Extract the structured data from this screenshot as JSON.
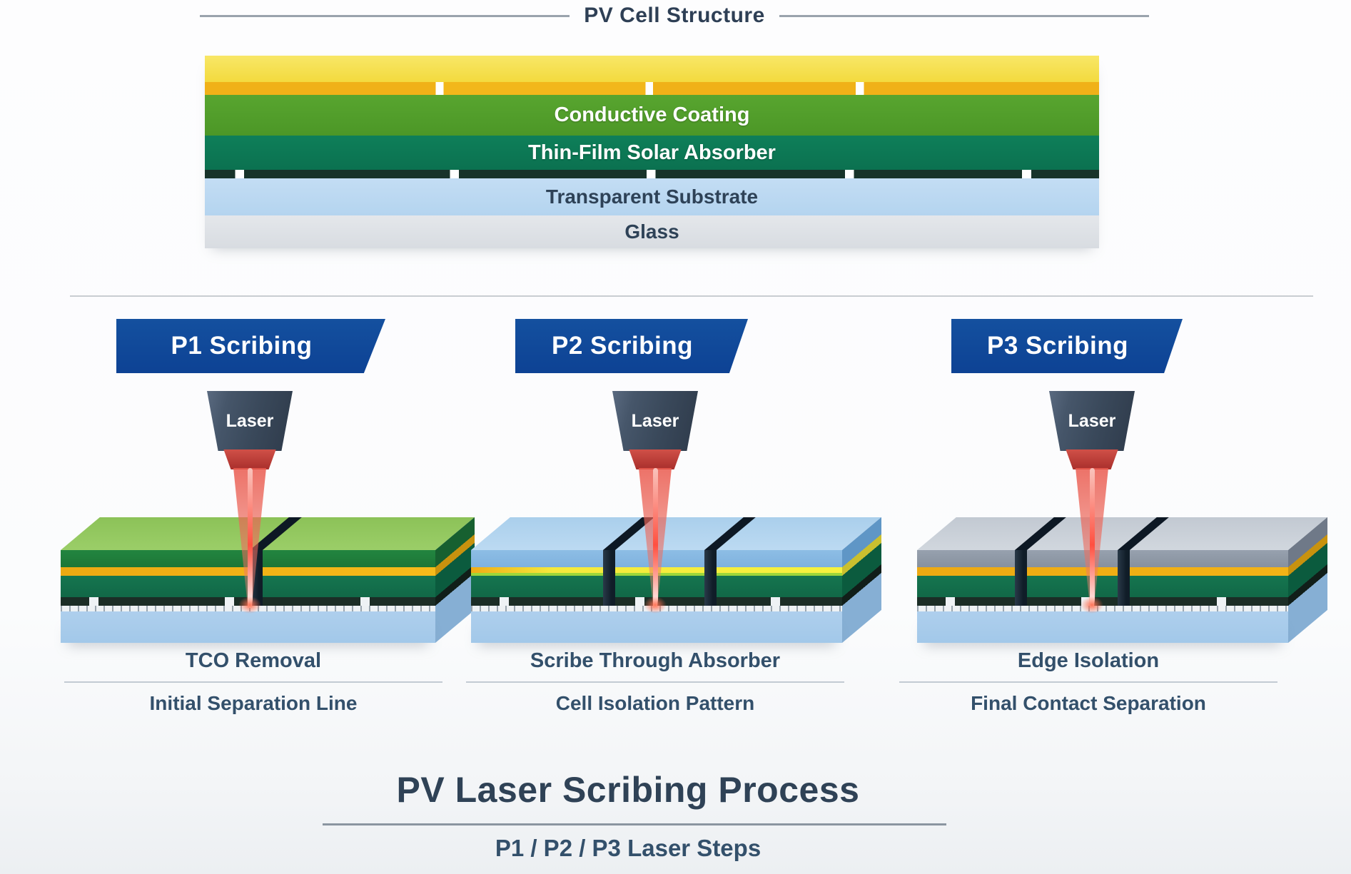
{
  "header": {
    "title": "PV Cell Structure"
  },
  "cell_stack": {
    "layers": [
      {
        "name": "front-window",
        "label": "",
        "color": "#F5E04A"
      },
      {
        "name": "tco-strip",
        "label": "",
        "color": "#F0B118"
      },
      {
        "name": "conductive-coating",
        "label": "Conductive Coating",
        "color": "#539F2C"
      },
      {
        "name": "thin-film-solar-absorber",
        "label": "Thin-Film Solar Absorber",
        "color": "#0D7A55"
      },
      {
        "name": "back-contact-strip",
        "label": "",
        "color": "#17332A"
      },
      {
        "name": "transparent-substrate",
        "label": "Transparent Substrate",
        "color": "#BAD8F1"
      },
      {
        "name": "glass",
        "label": "Glass",
        "color": "#DCE0E5"
      }
    ]
  },
  "panels": [
    {
      "id": "p1",
      "banner": "P1 Scribing",
      "laser_label": "Laser",
      "caption_title": "TCO Removal",
      "caption_subtitle": "Initial Separation Line"
    },
    {
      "id": "p2",
      "banner": "P2 Scribing",
      "laser_label": "Laser",
      "caption_title": "Scribe Through Absorber",
      "caption_subtitle": "Cell Isolation Pattern"
    },
    {
      "id": "p3",
      "banner": "P3 Scribing",
      "laser_label": "Laser",
      "caption_title": "Edge Isolation",
      "caption_subtitle": "Final Contact Separation"
    }
  ],
  "footer": {
    "title": "PV Laser Scribing Process",
    "subtitle": "P1 / P2 / P3 Laser Steps"
  },
  "colors": {
    "banner_blue": "#0E4A9E",
    "laser_body": "#3D4B5E",
    "laser_nozzle_red": "#C13A33",
    "beam_red": "#F0574A",
    "title_text": "#2E3F55",
    "caption_text": "#33506B",
    "divider": "#C9CDD2",
    "background": "#FBFCFD"
  }
}
